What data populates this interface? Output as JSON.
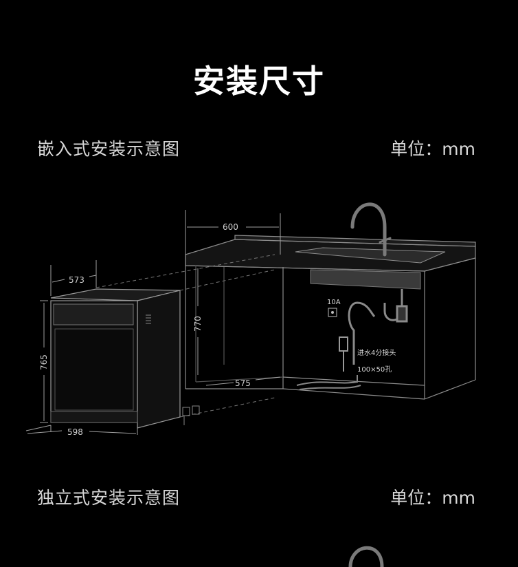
{
  "page": {
    "title": "安装尺寸"
  },
  "section_embedded": {
    "title": "嵌入式安装示意图",
    "unit": "单位：mm",
    "dims": {
      "cabinet_width": "600",
      "dishwasher_depth": "573",
      "dishwasher_height": "765",
      "dishwasher_width": "598",
      "cabinet_height": "770",
      "cabinet_depth": "575"
    },
    "notes": {
      "socket": "10A",
      "water_inlet": "进水4分接头",
      "hole": "100×50孔"
    }
  },
  "section_freestanding": {
    "title": "独立式安装示意图",
    "unit": "单位：mm"
  },
  "colors": {
    "background": "#000000",
    "line": "#9a9a9a",
    "text": "#ffffff"
  }
}
